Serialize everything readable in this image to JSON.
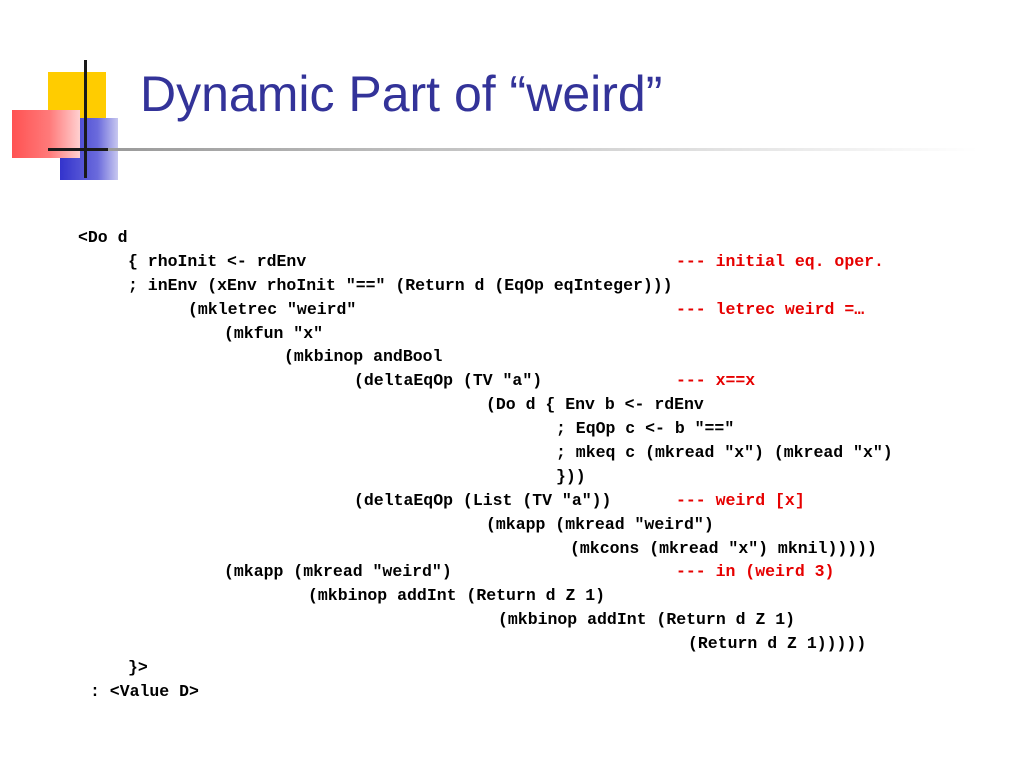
{
  "slide": {
    "title": "Dynamic Part of “weird”",
    "code_lines": [
      {
        "text": "<Do d",
        "comment": ""
      },
      {
        "text": "{ rhoInit <- rdEnv",
        "comment": "--- initial eq. oper."
      },
      {
        "text": "; inEnv (xEnv rhoInit \"==\" (Return d (EqOp eqInteger)))",
        "comment": ""
      },
      {
        "text": "(mkletrec \"weird\"",
        "comment": "--- letrec weird =…"
      },
      {
        "text": "(mkfun \"x\"",
        "comment": ""
      },
      {
        "text": "(mkbinop andBool",
        "comment": ""
      },
      {
        "text": "(deltaEqOp (TV \"a\")",
        "comment": "--- x==x"
      },
      {
        "text": "(Do d { Env b <- rdEnv",
        "comment": ""
      },
      {
        "text": "; EqOp c <- b \"==\"",
        "comment": ""
      },
      {
        "text": "; mkeq c (mkread \"x\") (mkread \"x\")",
        "comment": ""
      },
      {
        "text": "}))",
        "comment": ""
      },
      {
        "text": "(deltaEqOp (List (TV \"a\"))",
        "comment": "--- weird [x]"
      },
      {
        "text": "(mkapp (mkread \"weird\")",
        "comment": ""
      },
      {
        "text": "(mkcons (mkread \"x\") mknil)))))",
        "comment": ""
      },
      {
        "text": "(mkapp (mkread \"weird\")",
        "comment": "--- in (weird 3)"
      },
      {
        "text": "(mkbinop addInt (Return d Z 1)",
        "comment": ""
      },
      {
        "text": "(mkbinop addInt (Return d Z 1)",
        "comment": ""
      },
      {
        "text": "(Return d Z 1)))))",
        "comment": ""
      },
      {
        "text": "}>",
        "comment": ""
      },
      {
        "text": ": <Value D>",
        "comment": ""
      }
    ]
  },
  "colors": {
    "title": "#333399",
    "comment": "#e60000",
    "logo_yellow": "#ffcc00",
    "logo_blue": "#3333cc",
    "logo_red": "#ff5252"
  }
}
